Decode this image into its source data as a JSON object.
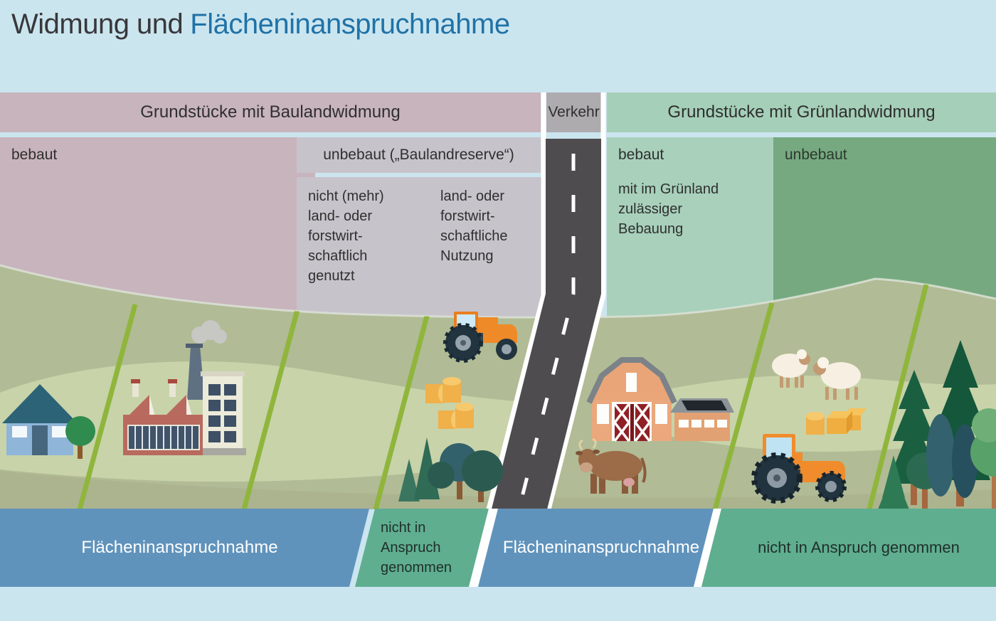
{
  "title": {
    "part_black": "Widmung und",
    "part_blue": "Flächeninanspruchnahme"
  },
  "headers": {
    "bauland": "Grundstücke mit Baulandwidmung",
    "verkehr": "Verkehr",
    "gruenland": "Grundstücke mit Grünlandwidmung"
  },
  "bauland": {
    "bebaut": "bebaut",
    "unbebaut_header": "unbebaut („Baulandreserve“)",
    "unbebaut_links": "nicht (mehr)\nland- oder\nforstwirt-\nschaftlich\ngenutzt",
    "unbebaut_rechts": "land- oder\nforstwirt-\nschaftliche\nNutzung"
  },
  "gruenland": {
    "bebaut": "bebaut",
    "bebaut_detail": "mit im Grünland\nzulässiger\nBebauung",
    "unbebaut": "unbebaut"
  },
  "land_take_bars": {
    "left_blue": "Flächeninanspruchnahme",
    "left_green": "nicht in\nAnspruch\ngenommen",
    "right_blue": "Flächeninanspruchnahme",
    "right_green": "nicht in Anspruch genommen"
  },
  "colors": {
    "background": "#cbe5ef",
    "title_blue": "#1f72a7",
    "bauland_pink": "#c8b4bc",
    "baulandreserve_lilac": "#c7c3cb",
    "verkehr_gray": "#aeabae",
    "gruenland_light": "#a8d0bb",
    "gruenland_dark": "#76a97f",
    "bar_blue": "#6093bc",
    "bar_green": "#5fae90",
    "road": "#4f4c4f",
    "field_line": "#90b53c",
    "hill_base": "#b1bb95"
  },
  "illustrations": [
    "house",
    "tree",
    "factory",
    "smoke",
    "tractor",
    "hay-bales",
    "conifer-trees",
    "road",
    "barn",
    "solar-shed",
    "cow",
    "sheep",
    "hay-bales-right",
    "tractor-right",
    "forest"
  ]
}
